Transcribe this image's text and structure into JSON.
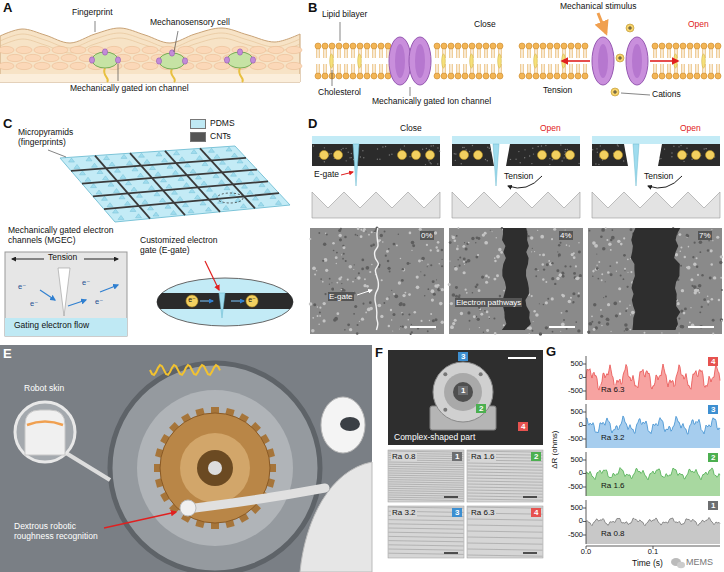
{
  "diagram": {
    "nodes": [
      {
        "text": [
          "0%",
          "E-gate"
        ]
      },
      {
        "text": [
          "4%",
          "Electron pathways"
        ]
      },
      {
        "text": [
          "7%"
        ]
      },
      {
        "text": [
          "Complex-shaped part"
        ]
      },
      {
        "text": [
          "3"
        ],
        "in": 3
      },
      {
        "text": [
          "1"
        ],
        "in": 3
      },
      {
        "text": [
          "2"
        ],
        "in": 3
      },
      {
        "text": [
          "4"
        ],
        "in": 3
      },
      {
        "text": [
          "Ra 0.8"
        ]
      },
      {
        "text": [
          "1"
        ],
        "in": 8
      },
      {
        "text": [
          "Ra 1.6"
        ]
      },
      {
        "text": [
          "2"
        ],
        "in": 10
      },
      {
        "text": [
          "Ra 3.2"
        ]
      },
      {
        "text": [
          "3"
        ],
        "in": 12
      },
      {
        "text": [
          "Ra 6.3"
        ]
      },
      {
        "text": [
          "4"
        ],
        "in": 14
      },
      {
        "text": [
          "Ra 6.3"
        ]
      },
      {
        "text": [
          "4"
        ],
        "in": 16
      },
      {
        "text": [
          "Ra 3.2"
        ]
      },
      {
        "text": [
          "3"
        ],
        "in": 18
      },
      {
        "text": [
          "Ra 1.6"
        ]
      },
      {
        "text": [
          "2"
        ],
        "in": 20
      },
      {
        "text": [
          "Ra 0.8"
        ]
      },
      {
        "text": [
          "1"
        ],
        "in": 22
      }
    ],
    "labels": [
      "A",
      "Fingerprint",
      "Mechanosensory cell",
      "Mechanically gated ion channel",
      "B",
      "Lipid bilayer",
      "Close",
      "Cholesterol",
      "Mechanically gated Ion channel",
      "Mechanical stimulus",
      "Open",
      "Tension",
      "Cations",
      "C",
      "Micropyramids (fingerprints)",
      "Mechanically gated electron channels (MGEC)",
      "Customized electron gate (E-gate)",
      "Tension",
      "Gating electron flow",
      "e⁻",
      "e⁻",
      "e⁻",
      "e⁻",
      "e⁻",
      "e⁻",
      "D",
      "Close",
      "Open",
      "Open",
      "E-gate",
      "Tension",
      "Tension",
      "E",
      "Robot skin",
      "Dextrous robotic roughness recognition",
      "F",
      "G",
      "ΔR (ohms)",
      "500",
      "0",
      "-500",
      "500",
      "0",
      "-500",
      "500",
      "0",
      "-500",
      "500",
      "0",
      "-500",
      "0.0",
      "0.1",
      "Time (s)",
      "MEMS"
    ],
    "legend": [
      {
        "text": "PDMS",
        "color": "#bfe9f4"
      },
      {
        "text": "CNTs",
        "color": "#555555"
      }
    ]
  }
}
